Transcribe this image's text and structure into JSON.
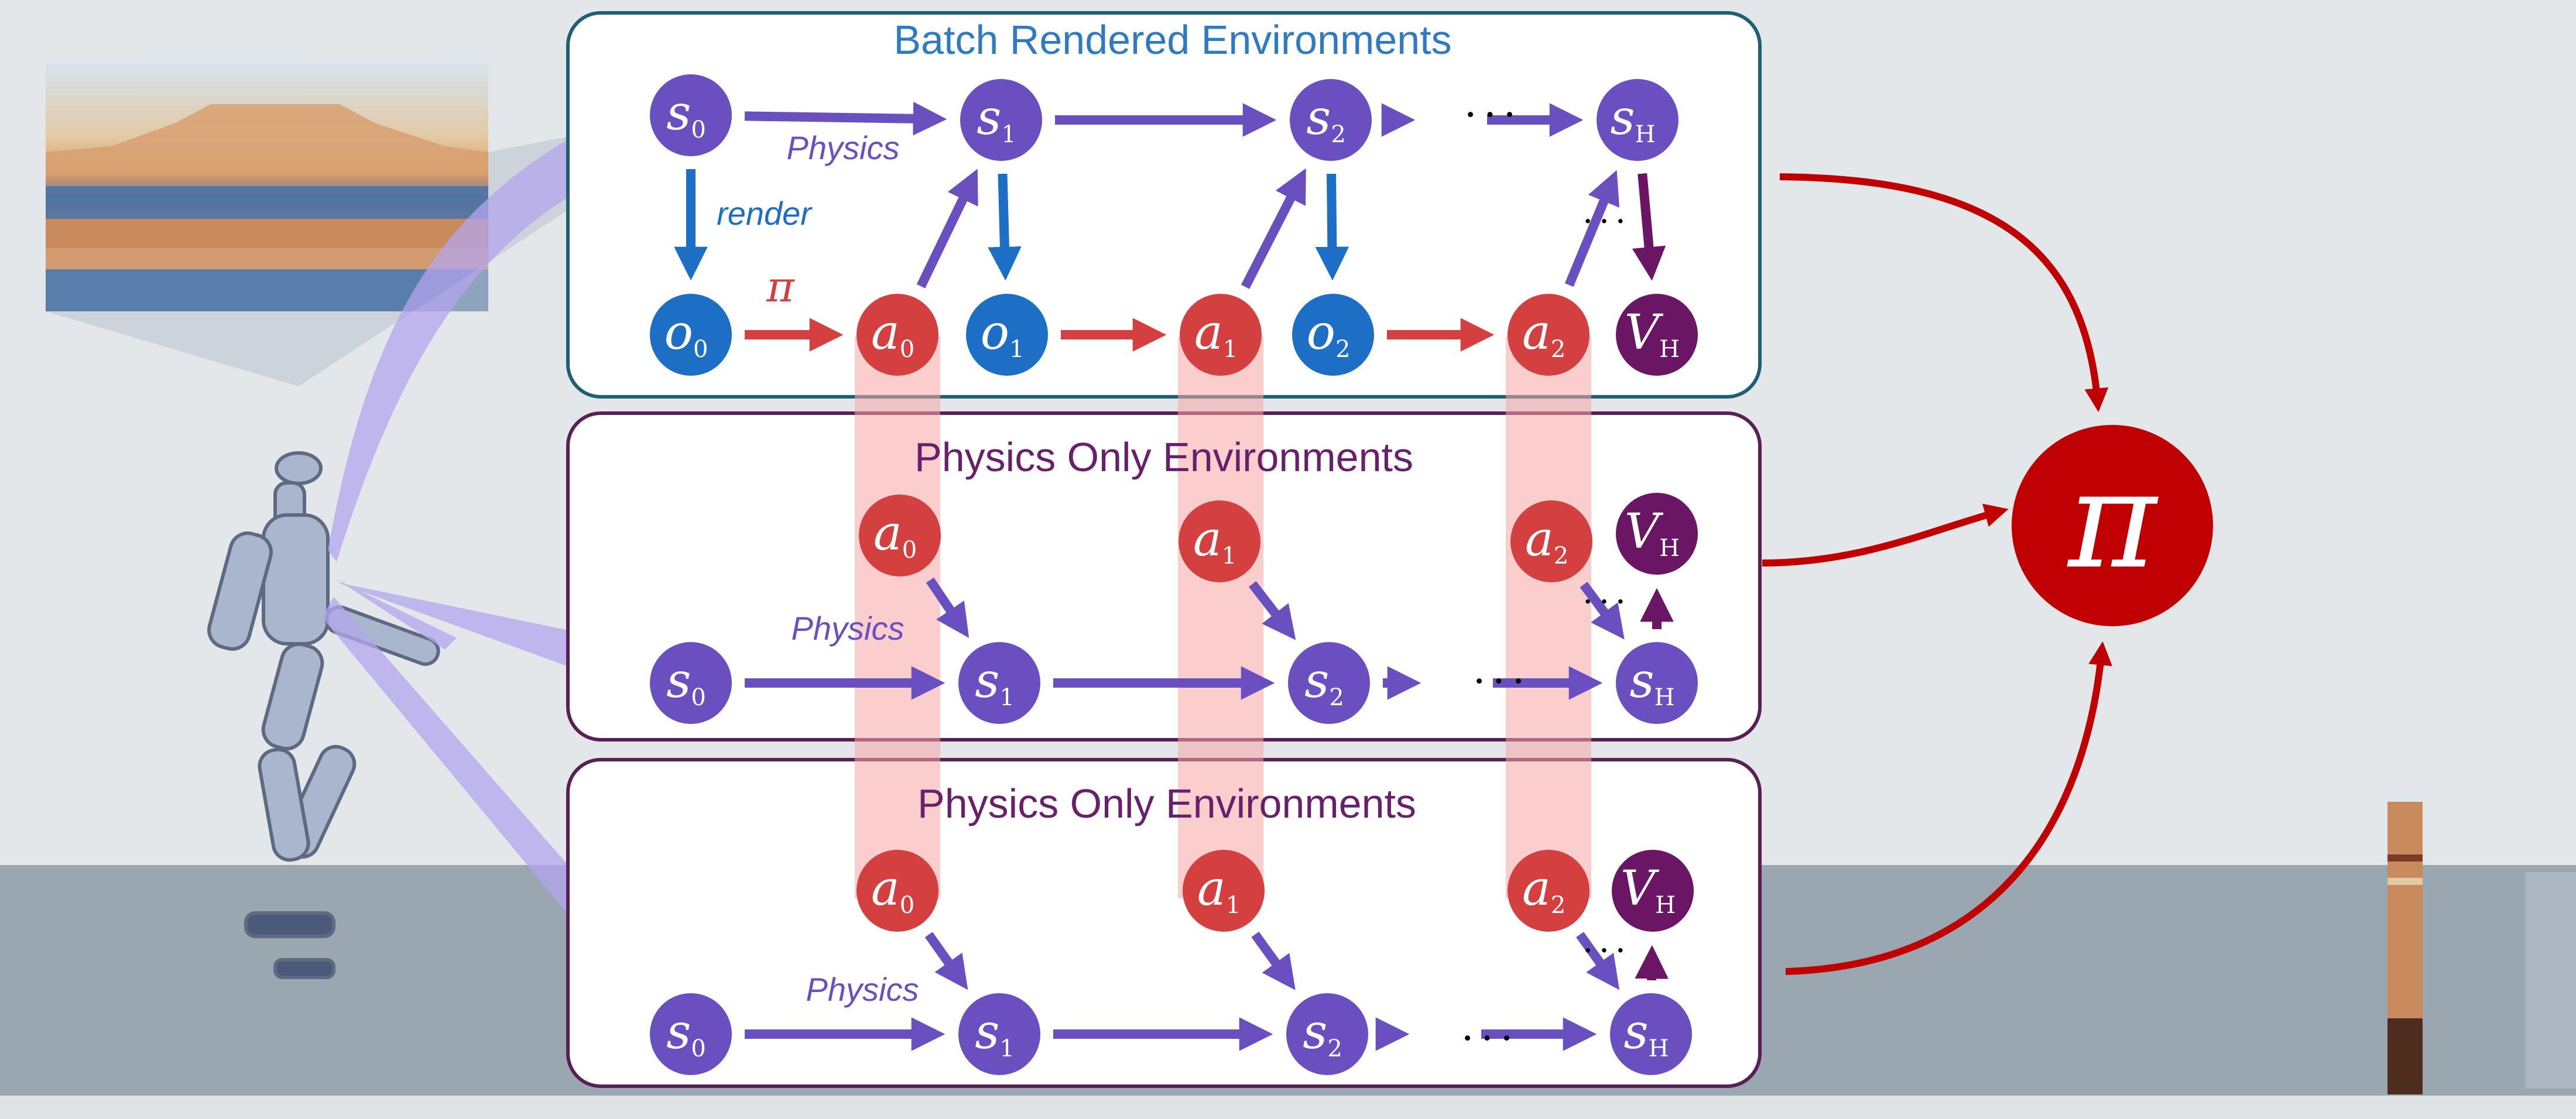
{
  "panels": [
    {
      "id": "batch",
      "title": "Batch Rendered Environments",
      "title_color": "#2e7bc4",
      "border": "#1f5f73"
    },
    {
      "id": "physics1",
      "title": "Physics Only Environments",
      "title_color": "#6a1f6b",
      "border": "#5a1f55"
    },
    {
      "id": "physics2",
      "title": "Physics Only Environments",
      "title_color": "#6a1f6b",
      "border": "#5a1f55"
    }
  ],
  "edge_labels": {
    "physics": "Physics",
    "render": "render",
    "policy": "π"
  },
  "ellipsis": "· · ·",
  "policy_symbol": "π",
  "nodes": {
    "s0": {
      "base": "s",
      "sub": "0"
    },
    "s1": {
      "base": "s",
      "sub": "1"
    },
    "s2": {
      "base": "s",
      "sub": "2"
    },
    "sH": {
      "base": "s",
      "sub": "H"
    },
    "o0": {
      "base": "o",
      "sub": "0"
    },
    "o1": {
      "base": "o",
      "sub": "1"
    },
    "o2": {
      "base": "o",
      "sub": "2"
    },
    "a0": {
      "base": "a",
      "sub": "0"
    },
    "a1": {
      "base": "a",
      "sub": "1"
    },
    "a2": {
      "base": "a",
      "sub": "2"
    },
    "VH": {
      "base": "V",
      "sub": "H"
    }
  },
  "colors": {
    "state": "#6a4fc0",
    "observation": "#1c6fc4",
    "action": "#d43f3f",
    "value": "#6b1565",
    "policy": "#c00000",
    "arrow_physics": "#6a4fc0",
    "arrow_render": "#1c6fc4",
    "arrow_policy": "#d43f3f",
    "arrow_value": "#6b1565",
    "policy_curve": "#c00000",
    "action_column": "#f7a6a6",
    "beam": "#b3a6ee",
    "background": "#e4e7ea",
    "floor": "#9aa6b0"
  }
}
